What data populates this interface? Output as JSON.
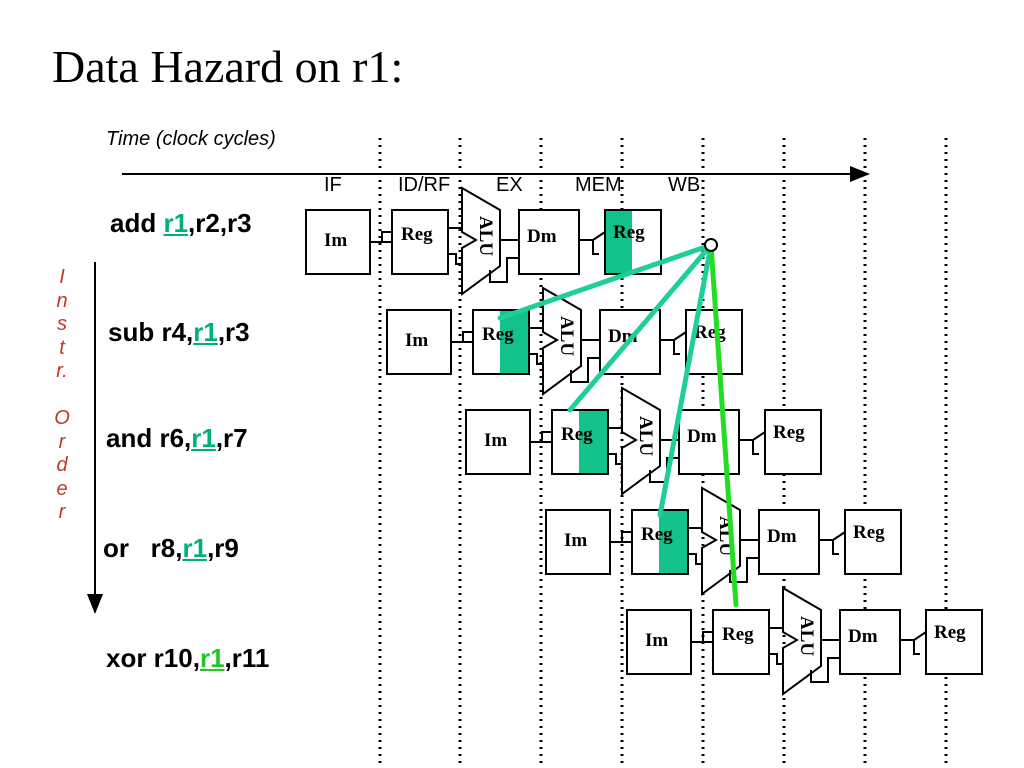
{
  "title": "Data Hazard on r1:",
  "time_label": "Time (clock cycles)",
  "stage_headers": [
    "IF",
    "ID/RF",
    "EX",
    "MEM",
    "WB"
  ],
  "order_label": [
    "I",
    "n",
    "s",
    "t",
    "r.",
    "",
    "O",
    "r",
    "d",
    "e",
    "r"
  ],
  "instructions": [
    {
      "pre": "add ",
      "reg": "r1",
      "post": ",r2,r3"
    },
    {
      "pre": "sub r4,",
      "reg": "r1",
      "post": ",r3"
    },
    {
      "pre": "and r6,",
      "reg": "r1",
      "post": ",r7"
    },
    {
      "pre": "or   r8,",
      "reg": "r1",
      "post": ",r9"
    },
    {
      "pre": "xor r10,",
      "reg": "r1",
      "post": ",r11"
    }
  ],
  "unit_labels": {
    "im": "Im",
    "reg": "Reg",
    "alu": "ALU",
    "dm": "Dm"
  },
  "colors": {
    "highlight_fill": "#13c28a",
    "dependency_line": "#1fcf9a",
    "forward_line": "#22dd22",
    "order_text": "#c0392b"
  }
}
